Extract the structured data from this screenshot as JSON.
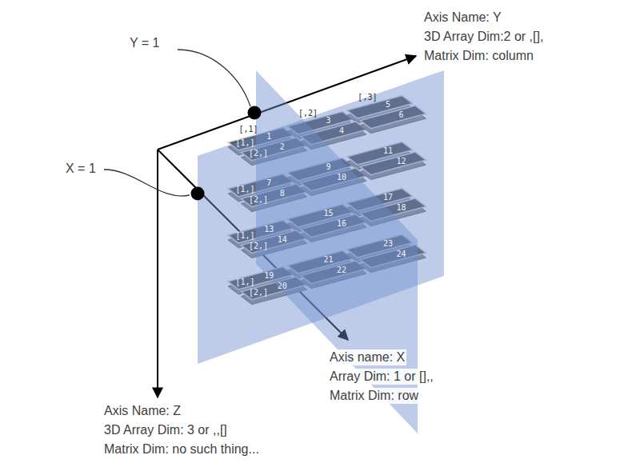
{
  "diagram": {
    "labels": [
      "Y = 1",
      "X = 1",
      "Axis Name: Y",
      "3D Array Dim:2 or ,[],",
      "Matrix Dim: column",
      "[,1]",
      "[,2]",
      "[,3]",
      "[1,]",
      "[2,]",
      "1",
      "2",
      "3",
      "4",
      "5",
      "6",
      "[1,]",
      "[2,]",
      "7",
      "8",
      "9",
      "10",
      "11",
      "12",
      "[1,]",
      "[2,]",
      "13",
      "14",
      "15",
      "16",
      "17",
      "18",
      "[1,]",
      "[2,]",
      "19",
      "20",
      "21",
      "22",
      "23",
      "24",
      "Axis name: X",
      "Array Dim: 1 or [],,",
      "Matrix Dim: row",
      "Axis Name: Z",
      "3D Array Dim: 3 or ,,[]",
      "Matrix Dim: no such thing..."
    ]
  }
}
